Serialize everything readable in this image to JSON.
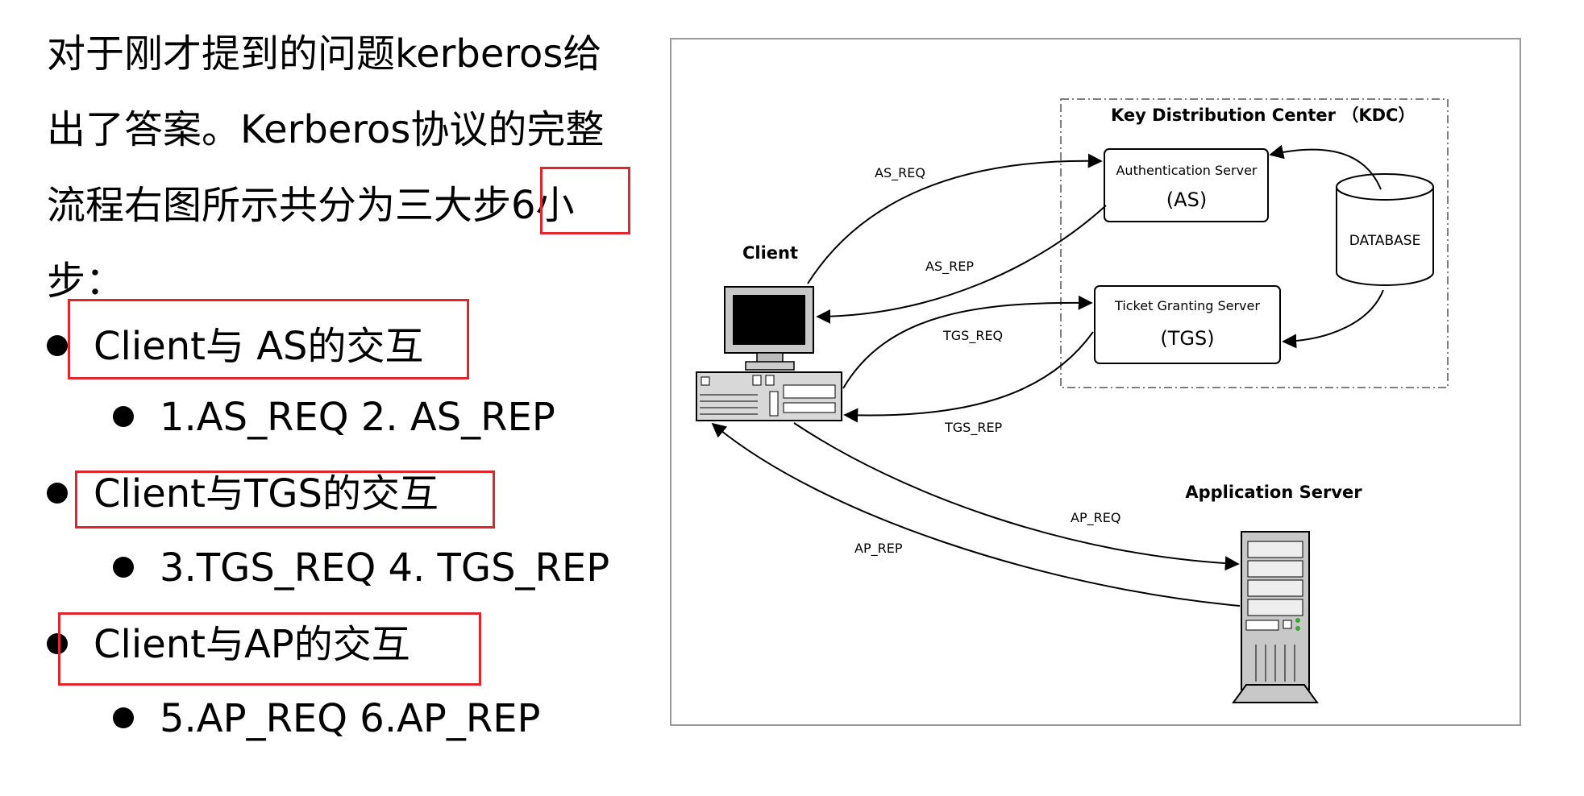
{
  "intro": {
    "line1": "对于刚才提到的问题kerberos给",
    "line2": "出了答案。Kerberos协议的完整",
    "line3": "流程右图所示共分为三大步6小",
    "line4": "步："
  },
  "bullets": [
    {
      "label": "Client与 AS的交互",
      "sub": "1.AS_REQ 2. AS_REP"
    },
    {
      "label": "Client与TGS的交互",
      "sub": "3.TGS_REQ 4. TGS_REP"
    },
    {
      "label": "Client与AP的交互",
      "sub": "5.AP_REQ 6.AP_REP"
    }
  ],
  "diagram": {
    "kdc_title": "Key Distribution Center （KDC）",
    "as_title": "Authentication Server",
    "as_abbr": "(AS)",
    "tgs_title": "Ticket Granting Server",
    "tgs_abbr": "(TGS)",
    "database": "DATABASE",
    "client": "Client",
    "app_server": "Application Server",
    "as_req": "AS_REQ",
    "as_rep": "AS_REP",
    "tgs_req": "TGS_REQ",
    "tgs_rep": "TGS_REP",
    "ap_req": "AP_REQ",
    "ap_rep": "AP_REP"
  },
  "colors": {
    "highlight": "#e0262c"
  }
}
